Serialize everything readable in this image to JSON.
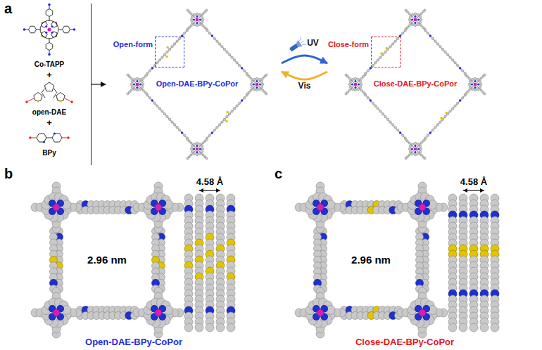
{
  "diagram": {
    "nodes": [
      {
        "text": [
          "Co-TAPP",
          "+",
          "open-DAE",
          "+",
          "BPy"
        ]
      },
      {
        "text": [
          "Open-DAE-BPy-CoPor"
        ]
      },
      {
        "text": [
          "Open-form"
        ],
        "in": 1
      },
      {
        "text": [
          "Close-DAE-BPy-CoPor"
        ]
      },
      {
        "text": [
          "Close-form"
        ],
        "in": 3
      }
    ],
    "edges": [
      {
        "from": 0,
        "to": 1,
        "arrow": "to"
      },
      {
        "from": 1,
        "to": 3,
        "label": "UV",
        "arrow": "to"
      },
      {
        "from": 3,
        "to": 1,
        "label": "Vis",
        "arrow": "to"
      }
    ],
    "labels": [
      "a",
      "b",
      "2.96 nm",
      "4.58 Å",
      "Open-DAE-BPy-CoPor",
      "c",
      "2.96 nm",
      "4.58 Å",
      "Close-DAE-BPy-CoPor"
    ]
  }
}
